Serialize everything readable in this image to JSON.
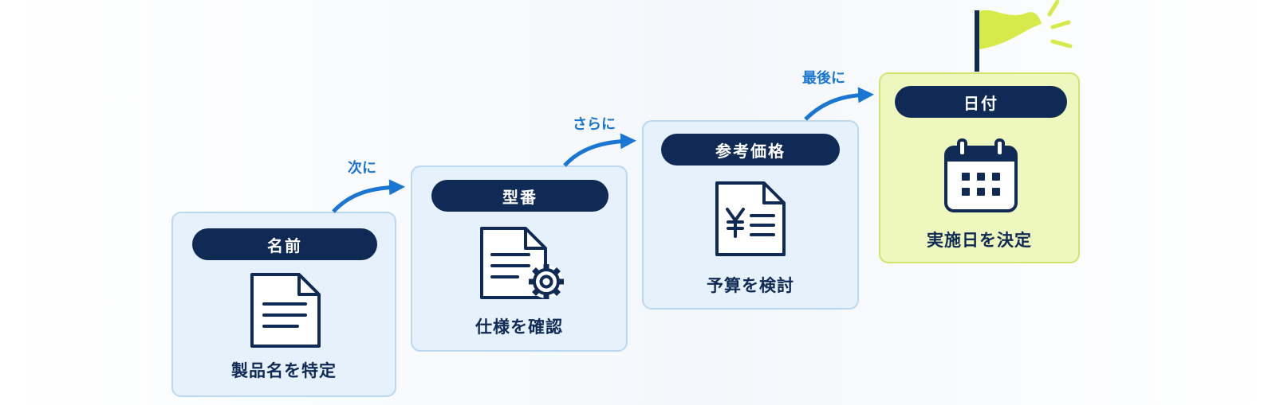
{
  "steps": [
    {
      "header": "名前",
      "caption": "製品名を特定",
      "icon": "document-icon"
    },
    {
      "header": "型番",
      "caption": "仕様を確認",
      "icon": "document-gear-icon"
    },
    {
      "header": "参考価格",
      "caption": "予算を検討",
      "icon": "yen-document-icon"
    },
    {
      "header": "日付",
      "caption": "実施日を決定",
      "icon": "calendar-icon"
    }
  ],
  "connectors": [
    "次に",
    "さらに",
    "最後に"
  ],
  "colors": {
    "navy": "#0f2a55",
    "accent_blue": "#1976d2",
    "step_fill": "#e6f1fb",
    "step_border": "#b9d8f2",
    "final_fill": "#eef7bd",
    "final_border": "#d2e36e",
    "flag": "#d7ea4a"
  }
}
